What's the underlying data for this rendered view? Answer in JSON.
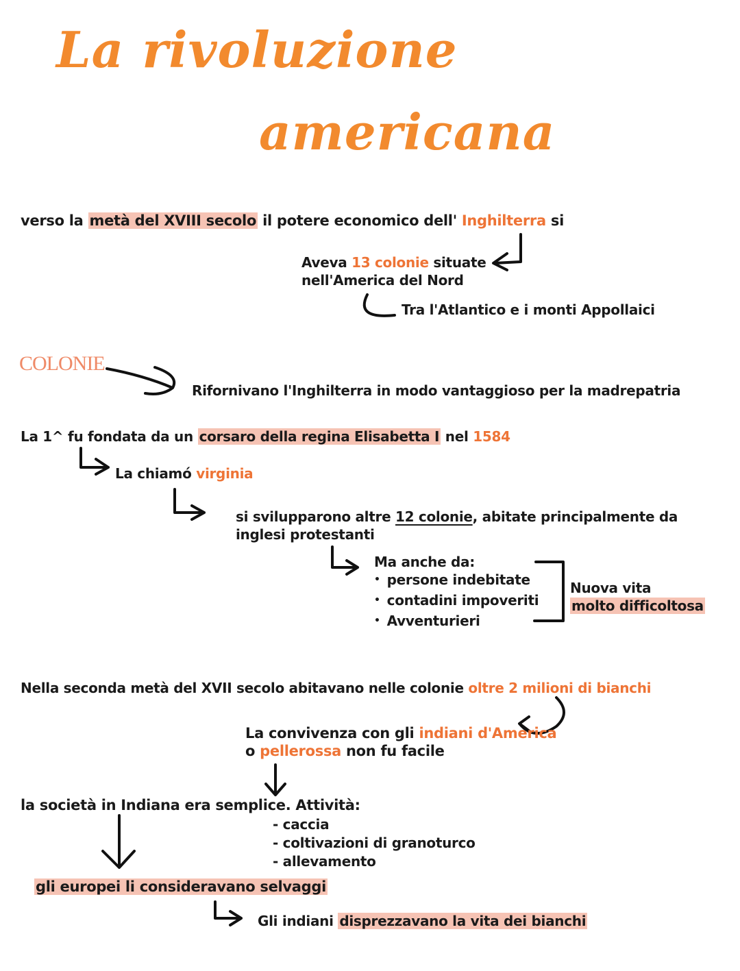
{
  "title": {
    "line1": "La rivoluzione",
    "line2": "americana"
  },
  "intro": {
    "text1": "verso la ",
    "hl1": "metà del XVIII secolo",
    "text2": " il potere economico dell' ",
    "or1": "Inghilterra",
    "text3": " si"
  },
  "colonies13": {
    "a": "Aveva ",
    "or": "13 colonie",
    "b": " situate",
    "line2": "nell'America del Nord"
  },
  "between": "Tra l'Atlantico e i monti Appollaici",
  "colonie_label": "COLONIE",
  "rifornivano": "Rifornivano l'Inghilterra in modo vantaggioso per la madrepatria",
  "first": {
    "a": "La 1^ fu fondata da un ",
    "hl": "corsaro della regina Elisabetta I",
    "b": " nel ",
    "or": "1584"
  },
  "chiamo": {
    "a": "La chiamó ",
    "or": "virginia"
  },
  "altre": {
    "a": "si svilupparono altre ",
    "ul": "12 colonie",
    "b": ", abitate principalmente da",
    "line2": "inglesi protestanti"
  },
  "anche": {
    "header": "Ma anche da:",
    "items": [
      "persone indebitate",
      "contadini impoveriti",
      "Avventurieri"
    ]
  },
  "nuova_vita": {
    "line1": "Nuova vita",
    "line2": "molto difficoltosa"
  },
  "seconda": {
    "a": "Nella seconda metà del XVII secolo abitavano nelle colonie ",
    "or": "oltre 2 milioni di bianchi"
  },
  "convivenza": {
    "a": "La convivenza con gli ",
    "or1": "indiani d'America",
    "line2a": "o ",
    "or2": "pellerossa",
    "line2b": " non fu facile"
  },
  "societa": {
    "text": "la società in Indiana era semplice. Attività:"
  },
  "attivita": [
    "- caccia",
    "- coltivazioni di granoturco",
    "- allevamento"
  ],
  "europei": "gli europei li consideravano selvaggi",
  "indiani": {
    "a": "Gli indiani ",
    "hl": "disprezzavano la vita dei bianchi"
  }
}
